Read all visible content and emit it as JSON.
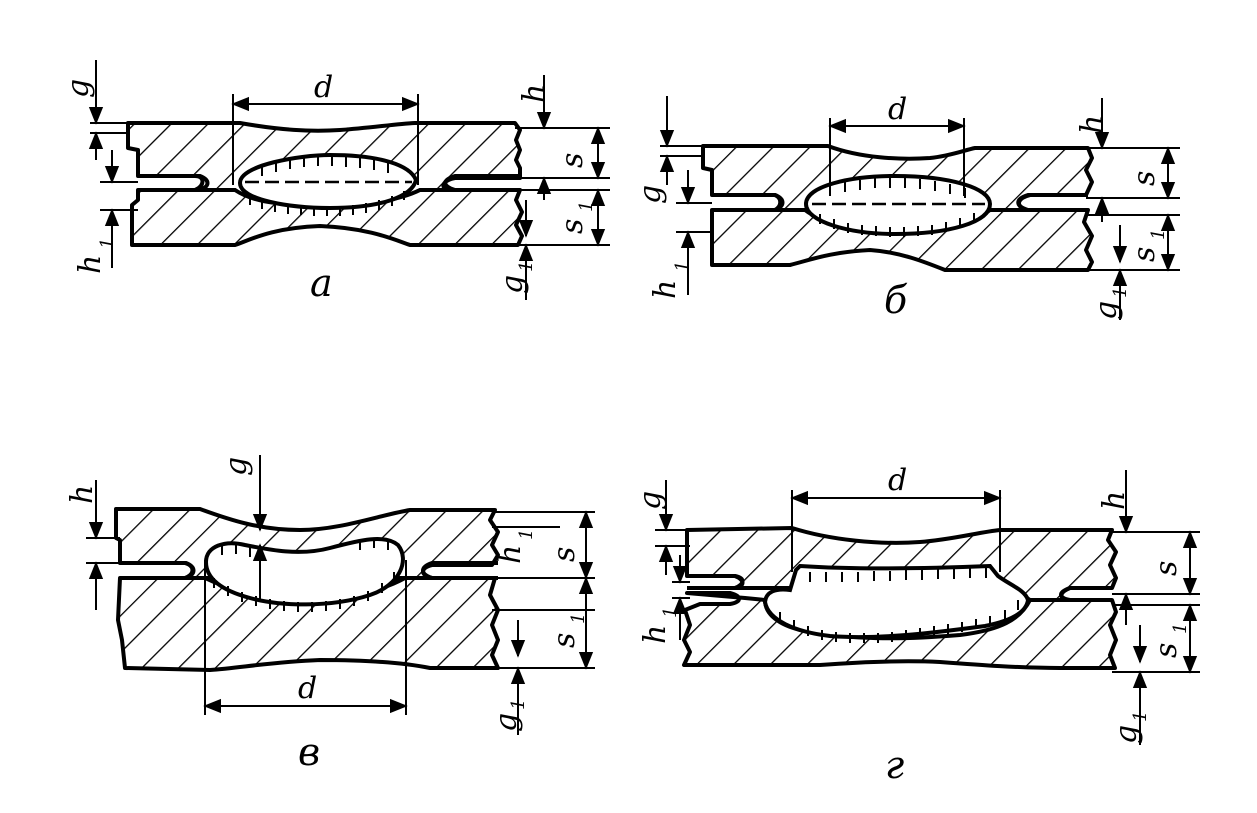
{
  "figures": [
    {
      "id": "a",
      "caption": "а",
      "labels": {
        "d": "d",
        "g": "g",
        "h": "h",
        "s": "s",
        "s1": "s",
        "s1_sub": "1",
        "h1": "h",
        "h1_sub": "1",
        "g1": "g",
        "g1_sub": "1"
      }
    },
    {
      "id": "b",
      "caption": "б",
      "labels": {
        "d": "d",
        "g": "g",
        "h": "h",
        "s": "s",
        "s1": "s",
        "s1_sub": "1",
        "h1": "h",
        "h1_sub": "1",
        "g1": "g",
        "g1_sub": "1"
      }
    },
    {
      "id": "v",
      "caption": "в",
      "labels": {
        "d": "d",
        "g": "g",
        "h": "h",
        "s": "s",
        "s1": "s",
        "s1_sub": "1",
        "h1": "h",
        "h1_sub": "1",
        "g1": "g",
        "g1_sub": "1"
      }
    },
    {
      "id": "g",
      "caption": "г",
      "labels": {
        "d": "d",
        "g": "g",
        "h": "h",
        "s": "s",
        "s1": "s",
        "s1_sub": "1",
        "h1": "h",
        "h1_sub": "1",
        "g1": "g",
        "g1_sub": "1"
      }
    }
  ]
}
